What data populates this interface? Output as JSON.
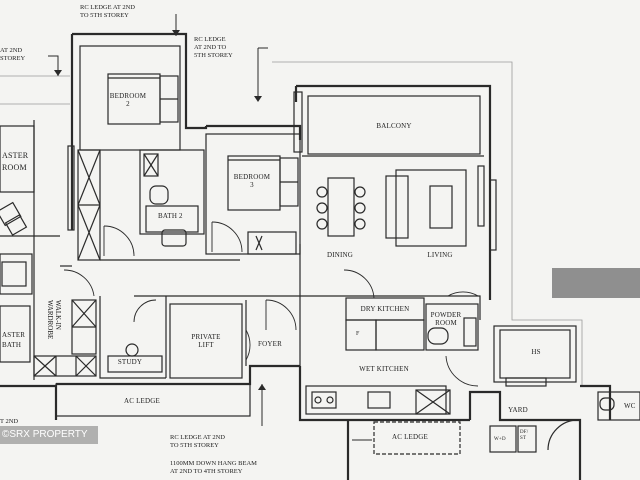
{
  "rooms": {
    "bedroom2": "BEDROOM\n2",
    "bedroom3": "BEDROOM\n3",
    "master_bedroom": "ASTER\nROOM",
    "master_bath": "ASTER\nBATH",
    "bath2": "BATH 2",
    "balcony": "BALCONY",
    "dining": "DINING",
    "living": "LIVING",
    "dry_kitchen": "DRY KITCHEN",
    "powder_room": "POWDER\nROOM",
    "wet_kitchen": "WET KITCHEN",
    "private_lift": "PRIVATE\nLIFT",
    "foyer": "FOYER",
    "study": "STUDY",
    "walk_in_wardrobe": "WALK-IN\nWARDROBE",
    "ac_ledge_bottom": "AC LEDGE",
    "ac_ledge_yard": "AC LEDGE",
    "yard": "YARD",
    "hs": "HS",
    "wc": "WC",
    "wd": "W+D",
    "df": "DF/\nST",
    "f": "F"
  },
  "notes": {
    "rc_ledge_top_left": "RC LEDGE AT 2ND\nTO 5TH STOREY",
    "rc_ledge_top_mid": "RC LEDGE\nAT 2ND TO\n5TH STOREY",
    "rc_ledge_far_left": "AT 2ND\nSTOREY",
    "rc_ledge_bottom": "RC LEDGE AT 2ND\nTO 5TH STOREY",
    "down_hang_beam": "1100MM DOWN HANG BEAM\nAT 2ND TO 4TH STOREY",
    "bottom_left_note": "T 2ND"
  },
  "watermark": "©SRX PROPERTY"
}
